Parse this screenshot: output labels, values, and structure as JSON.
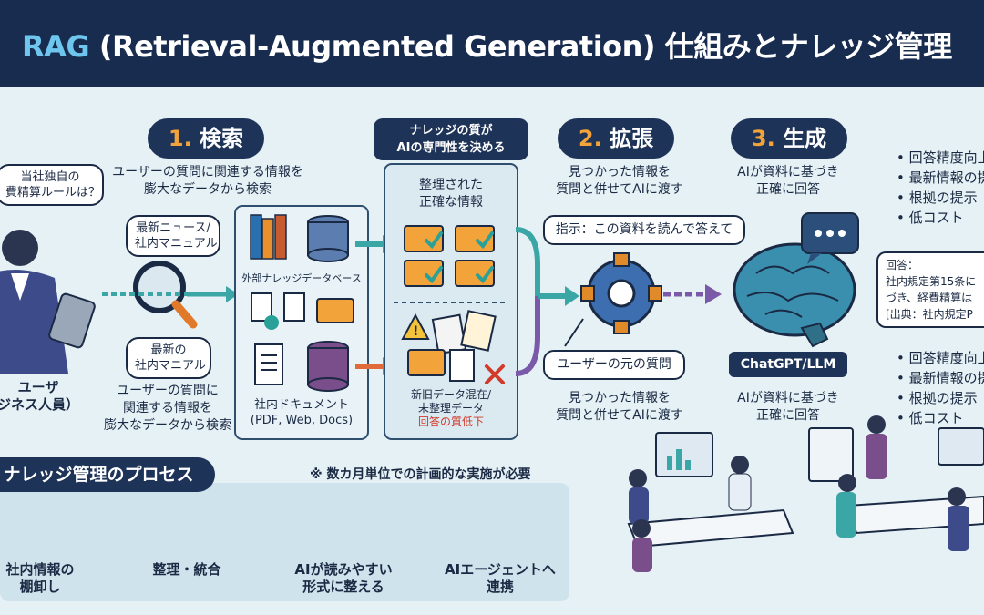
{
  "header": {
    "title_rag": "RAG",
    "title_rest": " (Retrieval-Augmented Generation) 仕組みとナレッジ管理"
  },
  "user": {
    "bubble_line1": "当社独自の",
    "bubble_line2": "費精算ルールは？",
    "label_line1": "ユーザ",
    "label_line2": "ジネス人員）"
  },
  "step1": {
    "num": "1.",
    "label": "検索",
    "desc_line1": "ユーザーの質問に関連する情報を",
    "desc_line2": "膨大なデータから検索",
    "bubble_top_line1": "最新ニュース/",
    "bubble_top_line2": "社内マニュアル",
    "bubble_bottom_line1": "最新の",
    "bubble_bottom_line2": "社内マニアル",
    "desc2_line1": "ユーザーの質問に",
    "desc2_line2": "関連する情報を",
    "desc2_line3": "膨大なデータから検索",
    "db_label": "外部ナレッジデータベース",
    "doc_label_line1": "社内ドキュメント",
    "doc_label_line2": "(PDF, Web, Docs)"
  },
  "quality": {
    "banner_line1": "ナレッジの質が",
    "banner_line2": "AIの専門性を決める",
    "good_line1": "整理された",
    "good_line2": "正確な情報",
    "bad_line1": "新旧データ混在/",
    "bad_line2": "未整理データ",
    "bad_line3": "回答の質低下"
  },
  "step2": {
    "num": "2.",
    "label": "拡張",
    "desc_line1": "見つかった情報を",
    "desc_line2": "質問と併せてAIに渡す",
    "instruction": "指示：この資料を読んで答えて",
    "original_question": "ユーザーの元の質問",
    "desc2_line1": "見つかった情報を",
    "desc2_line2": "質問と併せてAIに渡す"
  },
  "step3": {
    "num": "3.",
    "label": "生成",
    "desc_line1": "AIが資料に基づき",
    "desc_line2": "正確に回答",
    "llm_label": "ChatGPT/LLM",
    "desc2_line1": "AIが資料に基づき",
    "desc2_line2": "正確に回答",
    "answer_line1": "回答：",
    "answer_line2": "社内規定第15条に",
    "answer_line3": "づき、経費精算は",
    "answer_line4": "[出典：社内規定P"
  },
  "benefits_top": [
    "回答精度向上",
    "最新情報の提",
    "根拠の提示",
    "低コスト"
  ],
  "benefits_bottom": [
    "回答精度向上",
    "最新情報の提",
    "根拠の提示",
    "低コスト"
  ],
  "process": {
    "title": "ナレッジ管理のプロセス",
    "note": "※ 数カ月単位での計画的な実施が必要",
    "steps": [
      {
        "line1": "社内情報の",
        "line2": "棚卸し"
      },
      {
        "line1": "整理・統合",
        "line2": ""
      },
      {
        "line1": "AIが読みやすい",
        "line2": "形式に整える"
      },
      {
        "line1": "AIエージェントへ",
        "line2": "連携"
      }
    ]
  },
  "colors": {
    "navy": "#182c4f",
    "accent_blue": "#6ec6ee",
    "step_number_orange": "#f2a33a",
    "teal_arrow": "#3aa6a6",
    "warning_red": "#d23a2a",
    "folder_orange": "#f2a33a",
    "check_teal": "#2aa198"
  },
  "icons": [
    "magnifier-icon",
    "book-icon",
    "database-icon",
    "document-icon",
    "folder-icon",
    "check-icon",
    "warning-icon",
    "gear-icon",
    "brain-icon",
    "chat-bubble-icon",
    "robot-icon",
    "tablet-icon"
  ]
}
